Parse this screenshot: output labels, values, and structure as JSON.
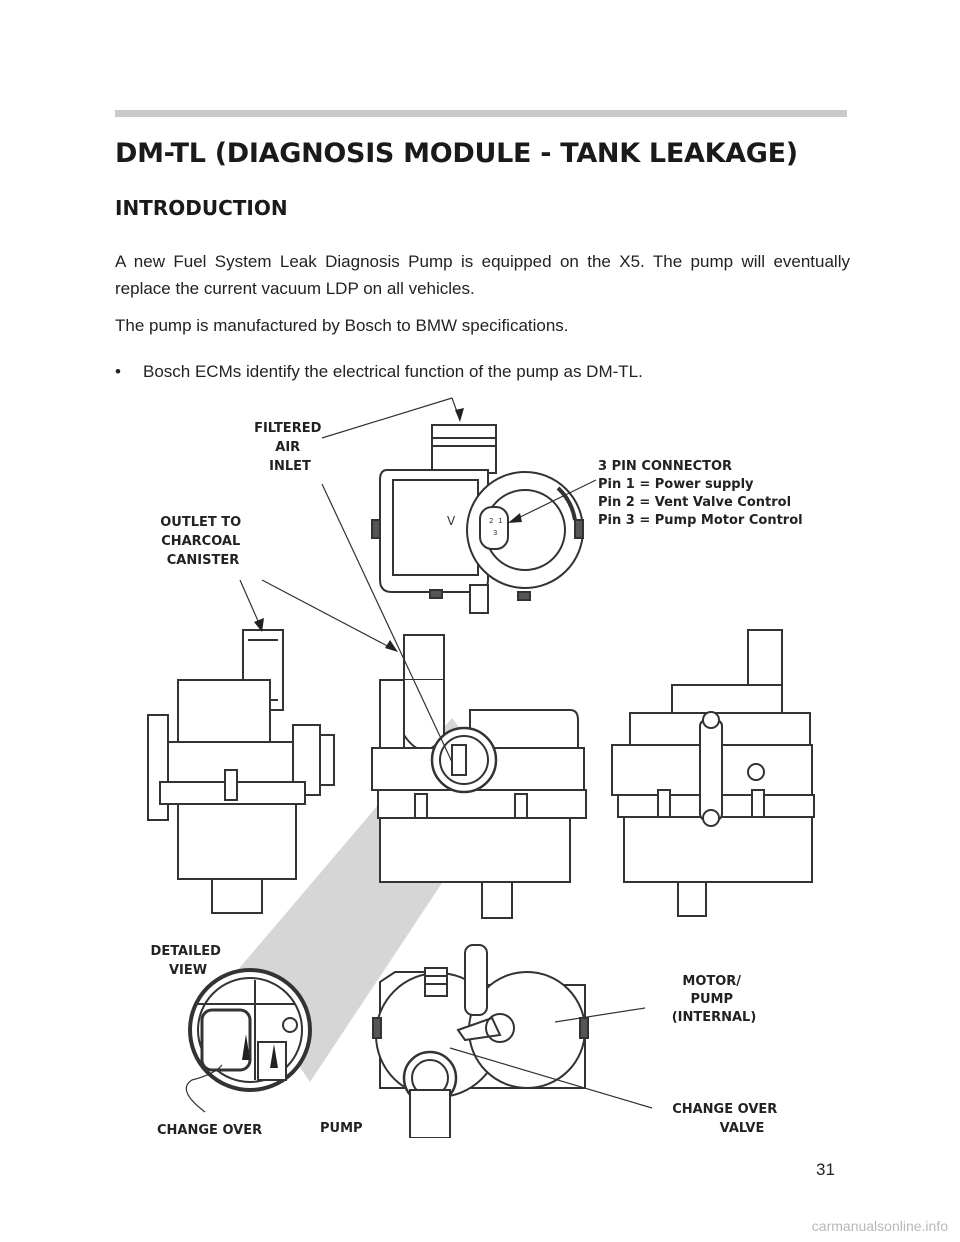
{
  "heading": {
    "title": "DM-TL (DIAGNOSIS MODULE - TANK LEAKAGE)",
    "section": "INTRODUCTION"
  },
  "body": {
    "para1": "A new Fuel System Leak Diagnosis Pump is equipped on the X5.   The pump will eventually replace the current vacuum LDP on all vehicles.",
    "para2": "The pump is manufactured by Bosch to BMW specifications.",
    "bullet_symbol": "•",
    "bullet1": "Bosch ECMs identify the electrical function of the pump as DM-TL."
  },
  "diagram": {
    "filtered": [
      "FILTERED",
      "AIR",
      "INLET"
    ],
    "connector": [
      "3 PIN CONNECTOR",
      "Pin 1 = Power supply",
      "Pin 2 = Vent Valve Control",
      "Pin 3 = Pump Motor Control"
    ],
    "outlet": [
      "OUTLET TO",
      "CHARCOAL",
      "CANISTER"
    ],
    "detailed": [
      "DETAILED",
      "VIEW"
    ],
    "motor": [
      "MOTOR/",
      "PUMP",
      "(INTERNAL)"
    ],
    "changeover_left": "CHANGE OVER",
    "pump_air": "PUMP",
    "changeover_valve": [
      "CHANGE OVER",
      "VALVE"
    ],
    "pin_numbers": [
      "2",
      "1",
      "3"
    ]
  },
  "footer": {
    "page_number": "31",
    "watermark": "carmanualsonline.info"
  }
}
